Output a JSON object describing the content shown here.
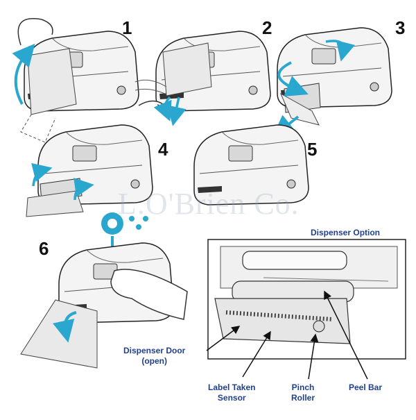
{
  "steps": [
    "1",
    "2",
    "3",
    "4",
    "5",
    "6"
  ],
  "watermark": "L.O'Brien Co.",
  "inset": {
    "title": "Dispenser Option",
    "labels": {
      "dispenser_door": [
        "Dispenser Door",
        "(open)"
      ],
      "label_taken_sensor": [
        "Label Taken",
        "Sensor"
      ],
      "pinch_roller": [
        "Pinch",
        "Roller"
      ],
      "peel_bar": [
        "Peel Bar"
      ]
    }
  },
  "colors": {
    "arrow": "#2aa7cf",
    "callout_text": "#1f3f8f",
    "outline": "#222222",
    "printer_body": "#f2f2f2",
    "label": "#e6e6e6"
  },
  "icons": [
    "printer-icon",
    "hand-icon",
    "feed-button-icon",
    "curved-arrow-icon"
  ]
}
